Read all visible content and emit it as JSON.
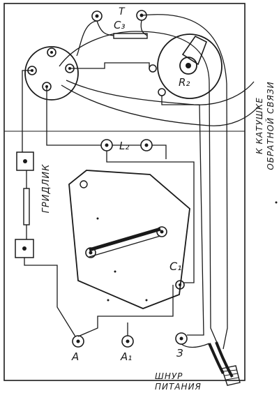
{
  "diagram": {
    "labels": {
      "t": "T",
      "c3": "C₃",
      "r2": "R₂",
      "l2": "L₂",
      "c1": "C₁",
      "grid_leak": "ГРИДЛИК",
      "feedback_line1": "К КАТУШКЕ",
      "feedback_line2": "ОБРАТНОЙ СВЯЗИ",
      "terminal_a": "А",
      "terminal_a1": "А₁",
      "terminal_z": "З",
      "cord_line1": "ШНУР",
      "cord_line2": "ПИТАНИЯ"
    },
    "colors": {
      "ink": "#1a1a1a",
      "paper": "#ffffff"
    }
  }
}
